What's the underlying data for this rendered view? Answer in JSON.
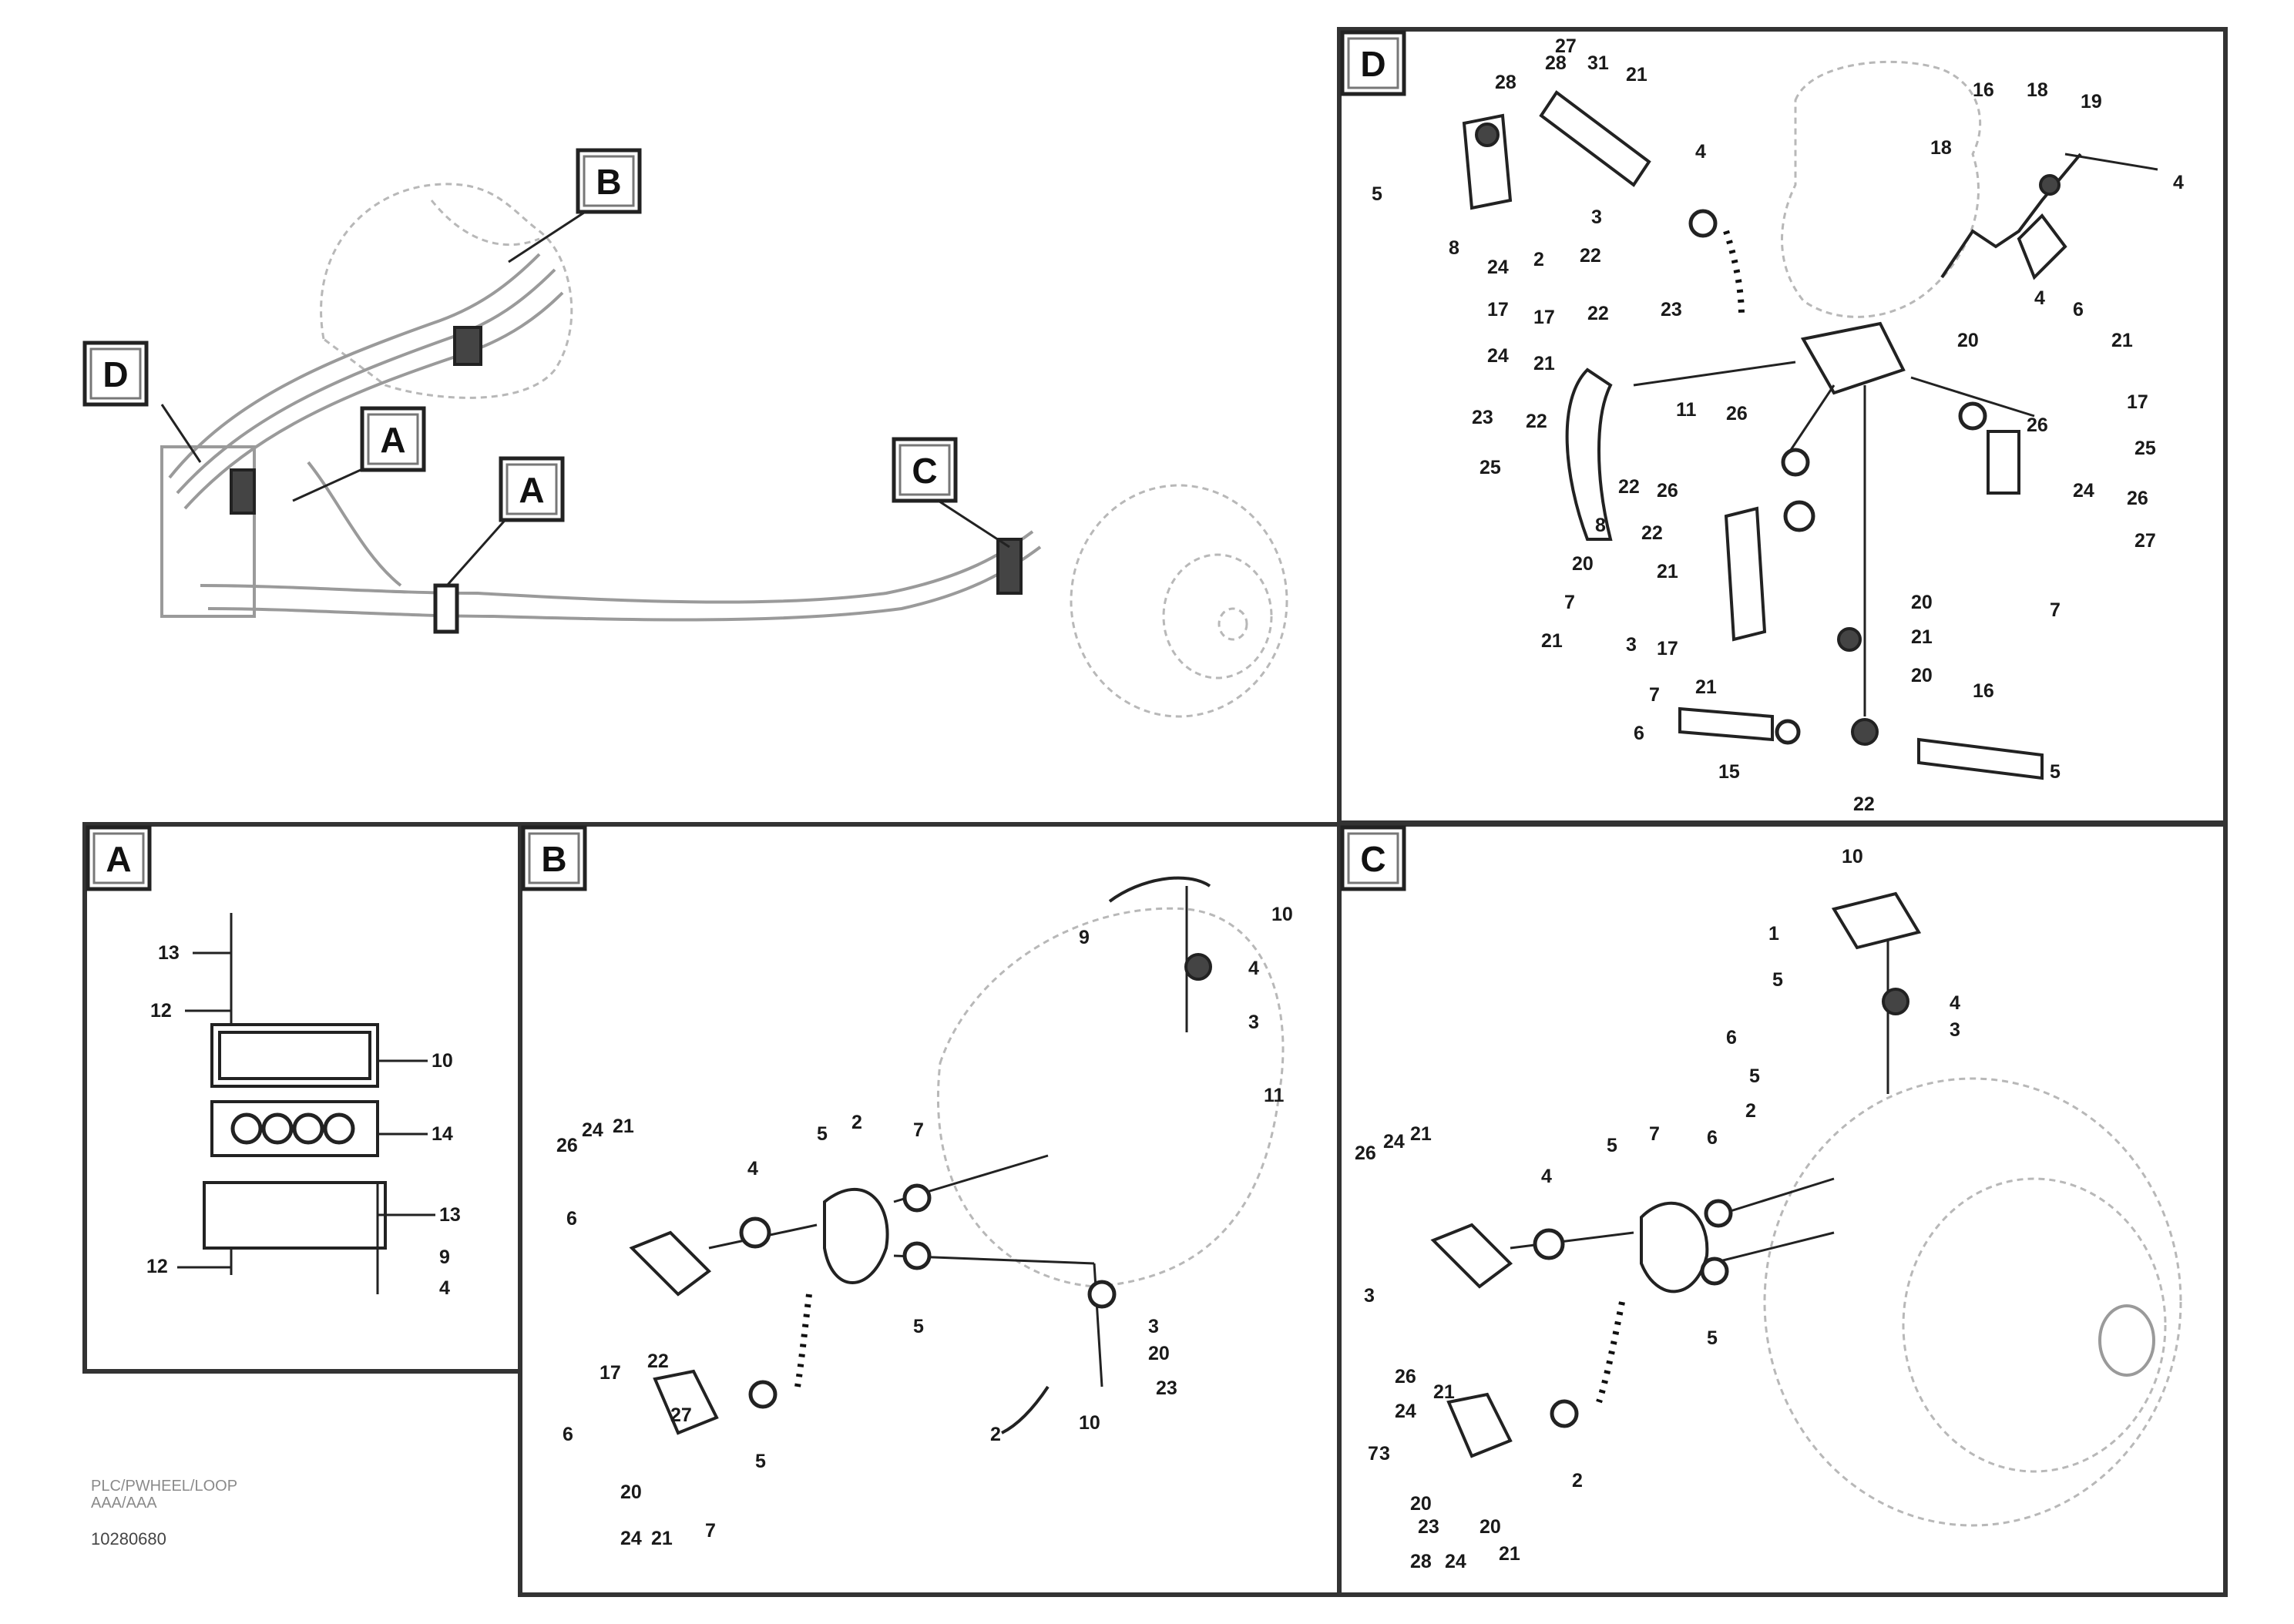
{
  "overview": {
    "tags": [
      "B",
      "D",
      "A",
      "A",
      "C"
    ]
  },
  "panels": {
    "D": {
      "label": "D",
      "callouts": [
        "27",
        "31",
        "28",
        "28",
        "21",
        "16",
        "18",
        "19",
        "18",
        "4",
        "5",
        "4",
        "8",
        "2",
        "3",
        "22",
        "24",
        "17",
        "17",
        "22",
        "23",
        "24",
        "21",
        "23",
        "22",
        "25",
        "20",
        "26",
        "11",
        "4",
        "6",
        "21",
        "26",
        "17",
        "25",
        "22",
        "26",
        "24",
        "26",
        "8",
        "22",
        "27",
        "20",
        "21",
        "7",
        "7",
        "21",
        "3",
        "20",
        "21",
        "20",
        "17",
        "21",
        "16",
        "15",
        "5",
        "7",
        "6",
        "22"
      ]
    },
    "A": {
      "label": "A",
      "callouts": [
        "13",
        "12",
        "10",
        "14",
        "13",
        "12",
        "9",
        "4"
      ]
    },
    "B": {
      "label": "B",
      "callouts": [
        "10",
        "4",
        "3",
        "9",
        "26",
        "24",
        "21",
        "4",
        "5",
        "2",
        "7",
        "6",
        "5",
        "17",
        "22",
        "11",
        "3",
        "20",
        "23",
        "6",
        "5",
        "2",
        "10",
        "20",
        "24",
        "21",
        "7",
        "27"
      ]
    },
    "C": {
      "label": "C",
      "callouts": [
        "10",
        "1",
        "4",
        "3",
        "5",
        "6",
        "5",
        "2",
        "26",
        "24",
        "21",
        "4",
        "5",
        "7",
        "6",
        "3",
        "5",
        "2",
        "26",
        "24",
        "21",
        "7",
        "3",
        "20",
        "23",
        "20",
        "28",
        "24",
        "21"
      ]
    }
  },
  "footer": {
    "line1": "PLC/PWHEEL/LOOP",
    "line2": "AAA/AAA",
    "drawing_id": "10280680"
  }
}
